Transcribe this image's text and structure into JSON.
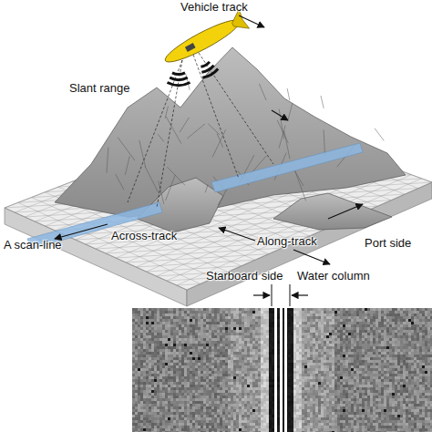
{
  "diagram": {
    "labels": [
      "Vehicle track",
      "Slant range",
      "A scan-line",
      "Across-track",
      "Along-track",
      "Port side",
      "Starboard side",
      "Water column"
    ]
  }
}
